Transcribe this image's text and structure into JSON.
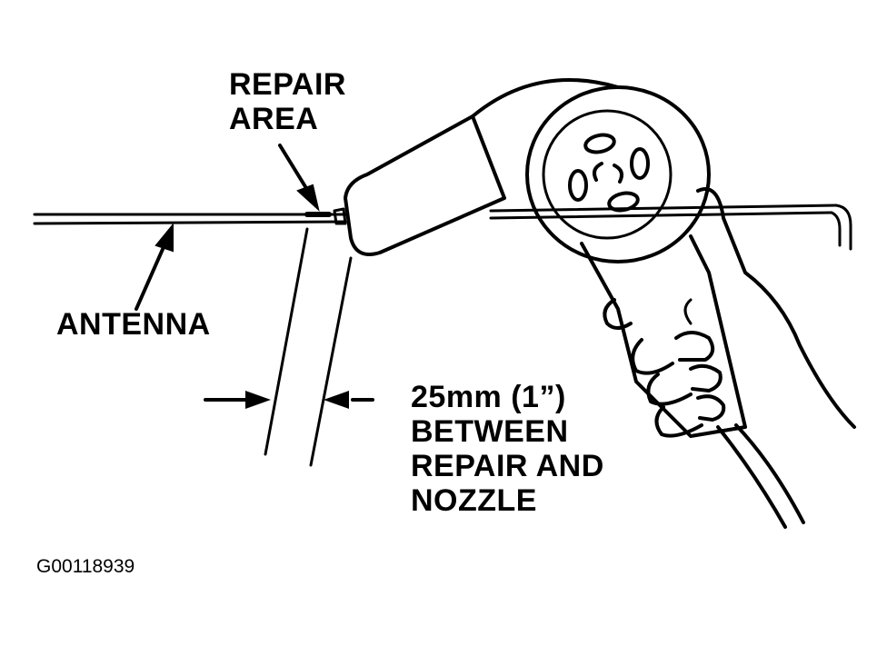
{
  "labels": {
    "repair_area": [
      "REPAIR",
      "AREA"
    ],
    "antenna": "ANTENNA",
    "distance_note": [
      "25mm (1”)",
      "BETWEEN",
      "REPAIR AND",
      "NOZZLE"
    ]
  },
  "figure_id": "G00118939",
  "icons": {
    "tool": "heat-gun-icon",
    "hand": "hand-icon"
  }
}
